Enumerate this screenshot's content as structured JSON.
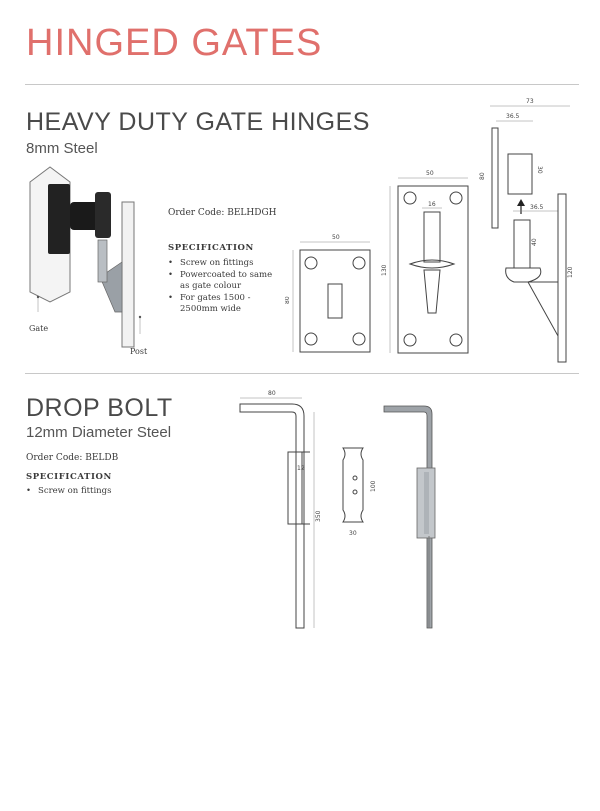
{
  "page": {
    "title": "HINGED GATES"
  },
  "hinges": {
    "heading": "HEAVY DUTY GATE HINGES",
    "subheading": "8mm Steel",
    "order_code": "Order Code: BELHDGH",
    "spec_heading": "SPECIFICATION",
    "spec_items": [
      "Screw on fittings",
      "Powercoated to same as gate colour",
      "For gates 1500 - 2500mm wide"
    ],
    "callout_gate": "Gate",
    "callout_post": "Post",
    "dims": {
      "plate_width": "50",
      "plate_height": "80",
      "pin_plate_width": "50",
      "pin_plate_height": "130",
      "pin_dia": "16",
      "side_total": "73",
      "side_offset": "36.5",
      "side_top_height": "80",
      "side_top_inner": "30",
      "side_low_offset": "36.5",
      "side_pin": "40",
      "side_bottom_height": "120"
    }
  },
  "dropbolt": {
    "heading": "DROP BOLT",
    "subheading": "12mm Diameter Steel",
    "order_code": "Order Code: BELDB",
    "spec_heading": "SPECIFICATION",
    "spec_items": [
      "Screw on fittings"
    ],
    "dims": {
      "arm": "80",
      "inner": "12",
      "length": "350",
      "keeper_height": "100",
      "keeper_width": "30"
    }
  }
}
